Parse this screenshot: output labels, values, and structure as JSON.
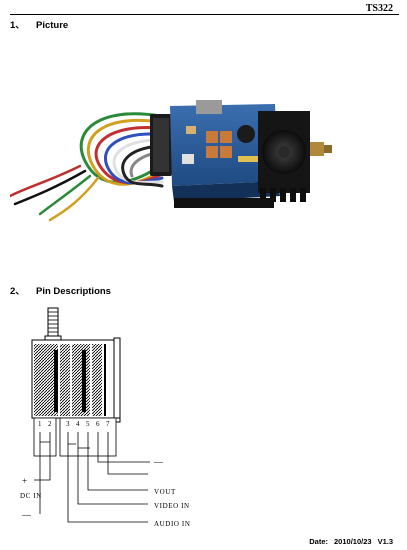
{
  "header": {
    "model": "TS322"
  },
  "sections": [
    {
      "number": "1、",
      "title": "Picture"
    },
    {
      "number": "2、",
      "title": "Pin Descriptions"
    }
  ],
  "pins": {
    "numbers": [
      "1",
      "2",
      "3",
      "4",
      "5",
      "6",
      "7"
    ],
    "dc_plus": "+",
    "dc_label": "DC IN",
    "dc_minus": "—",
    "ground": "—",
    "vout": "VOUT",
    "video_in": "VIDEO IN",
    "audio_in": "AUDIO IN"
  },
  "footer": {
    "date_label": "Date:",
    "date": "2010/10/23",
    "version": "V1.3"
  }
}
